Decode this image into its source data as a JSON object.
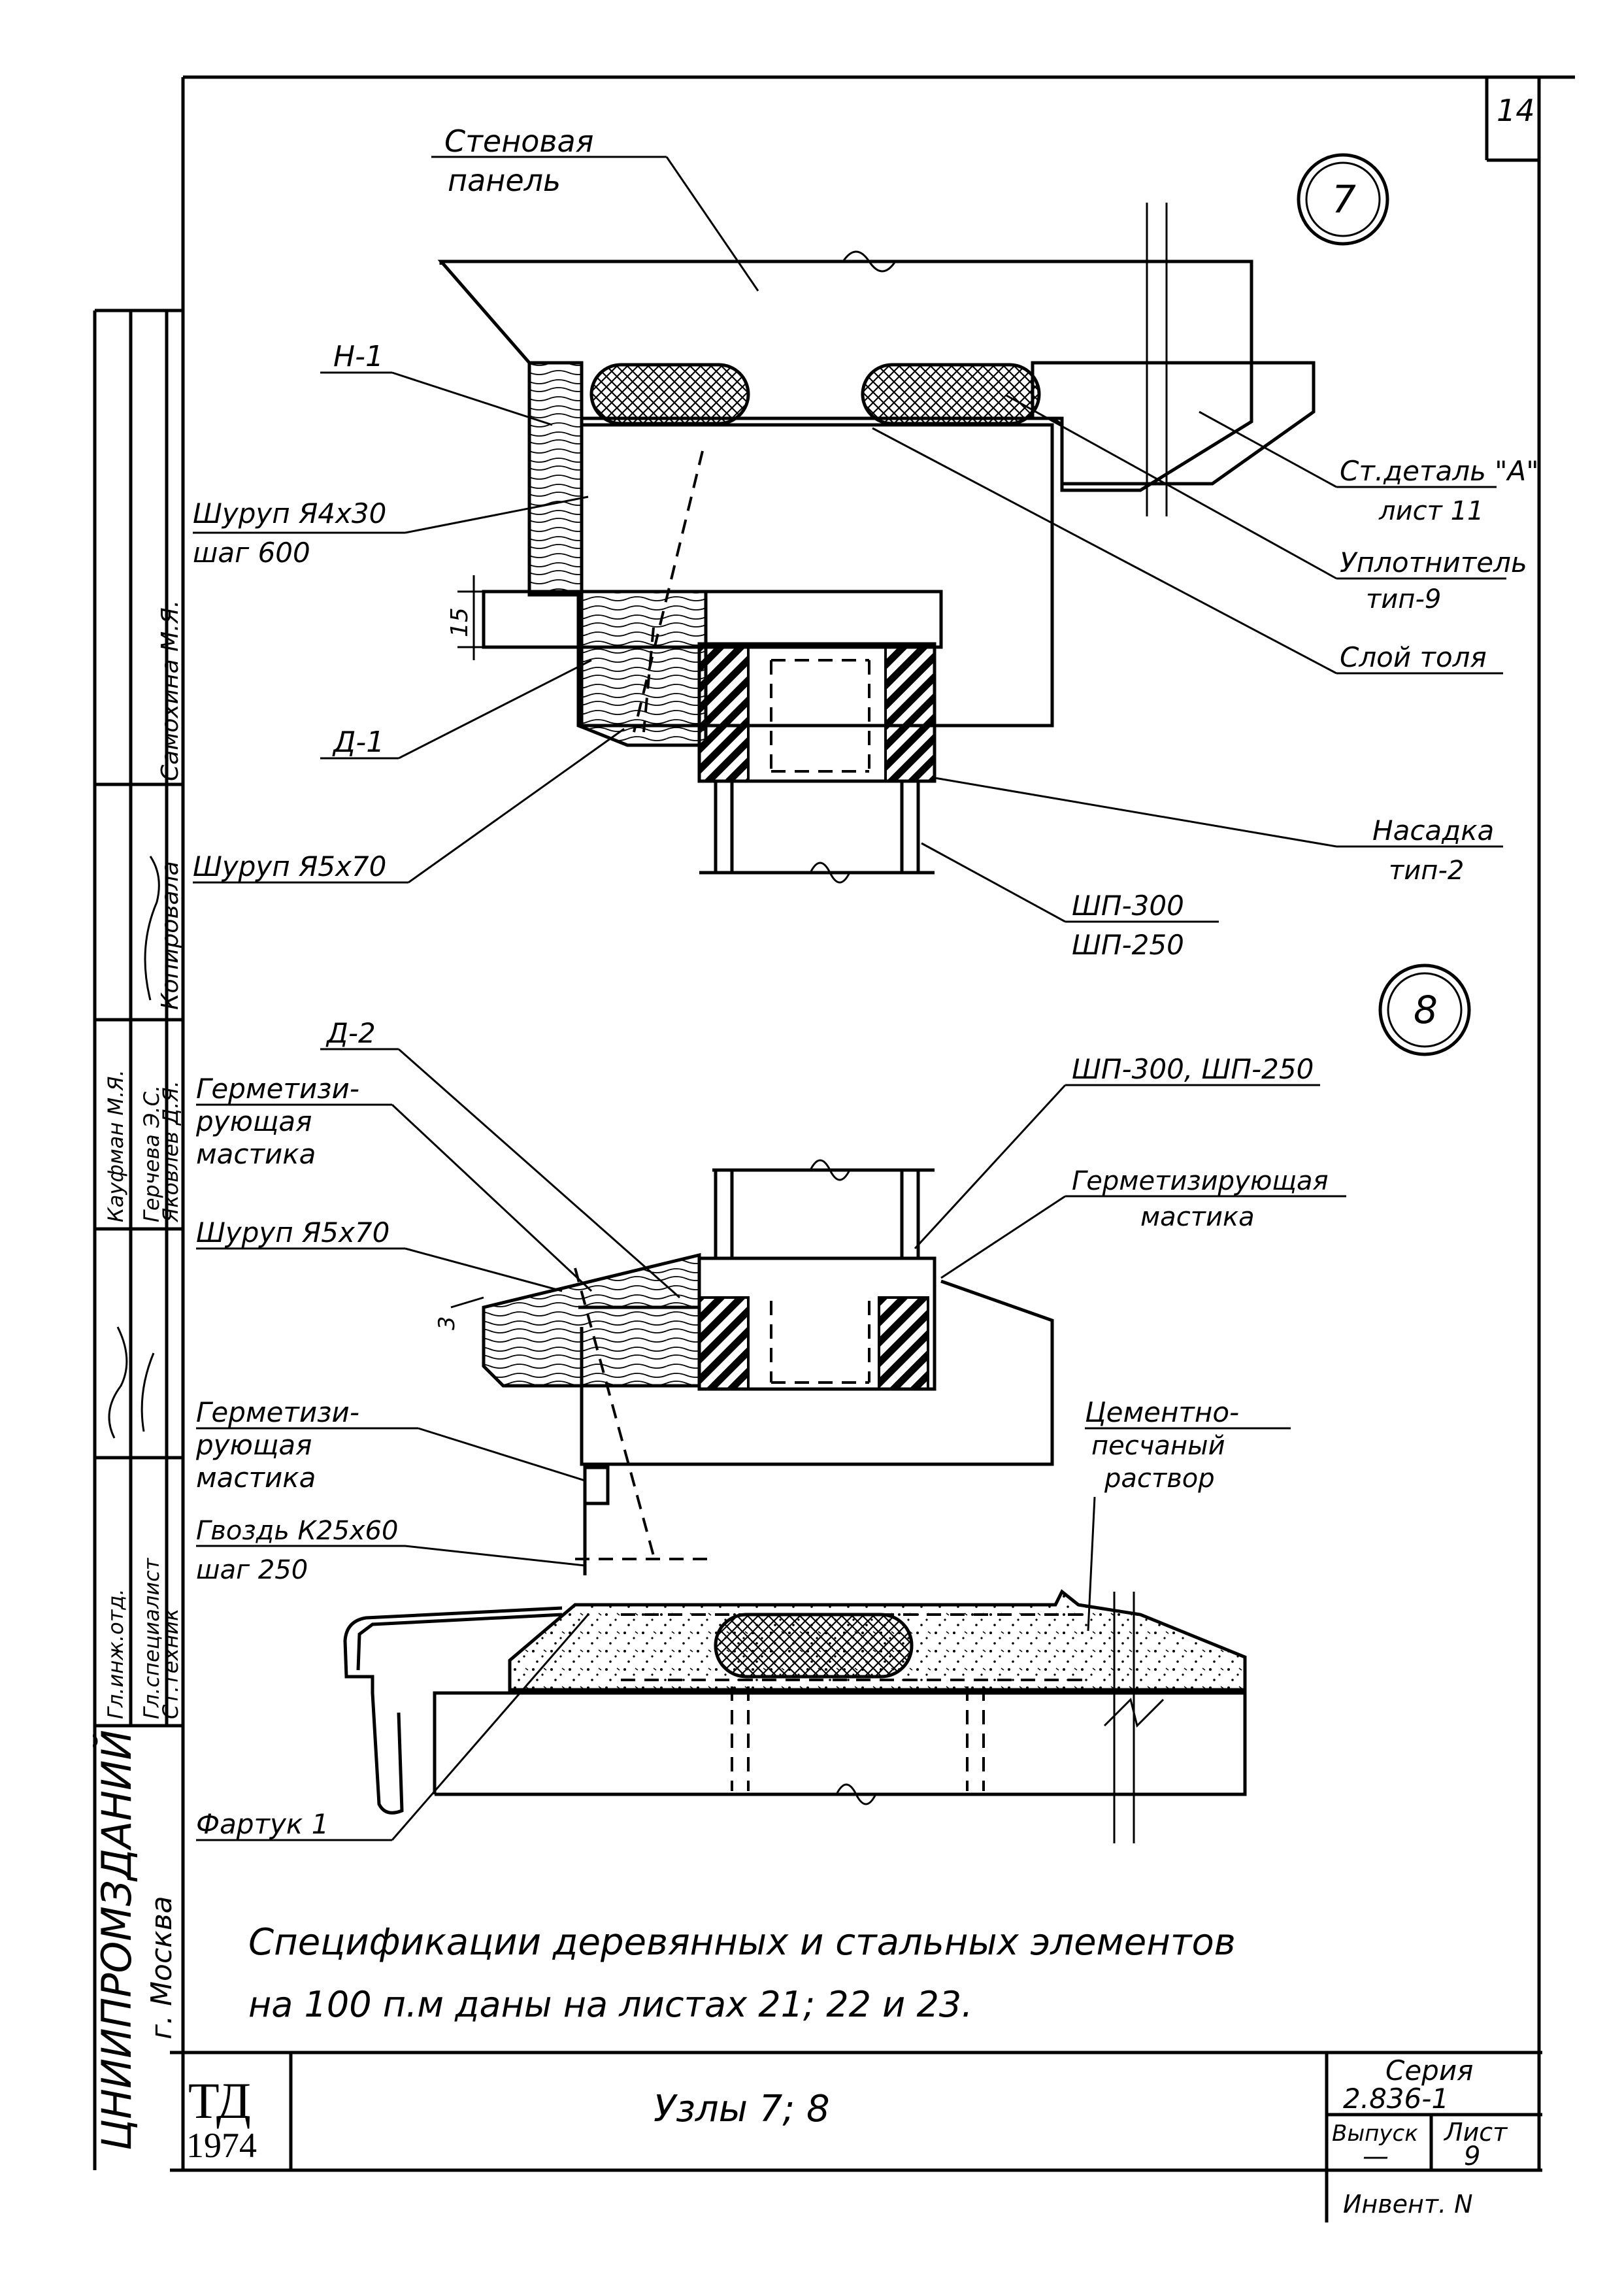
{
  "sheet": {
    "page_number": "14",
    "note_line1": "Спецификации деревянных и стальных элементов",
    "note_line2": "на 100 п.м даны на листах 21; 22 и 23.",
    "title_block": {
      "org_logo": "ТД",
      "year": "1974",
      "title": "Узлы 7; 8",
      "series_label": "Серия",
      "series_value": "2.836-1",
      "issue_label": "Выпуск",
      "issue_value": "—",
      "sheet_label": "Лист",
      "sheet_value": "9",
      "inventory_label": "Инвент. N"
    },
    "left_stamp": {
      "org_name": "ЦНИИПРОМЗДАНИЙ",
      "city": "г. Москва",
      "rows": [
        {
          "role": "Гл.инж.отд.",
          "name": "Кауфман М.Я."
        },
        {
          "role": "Гл.специалист",
          "name": "Герчева Э.С."
        },
        {
          "role": "Ст.техник",
          "name": "Яковлев Д.Я."
        },
        {
          "role": "Копировала",
          "name": "Самохина М.Я."
        }
      ]
    }
  },
  "node7": {
    "id": "7",
    "labels": {
      "wall_panel_1": "Стеновая",
      "wall_panel_2": "панель",
      "h1": "Н-1",
      "screw1_a": "Шуруп Я4х30",
      "screw1_b": "шаг 600",
      "dim15": "15",
      "d1": "Д-1",
      "screw2": "Шуруп Я5х70",
      "st_detail_a": "Ст.деталь \"А\"",
      "st_detail_b": "лист 11",
      "sealer_a": "Уплотнитель",
      "sealer_b": "тип-9",
      "tol_layer": "Слой толя",
      "nozzle_a": "Насадка",
      "nozzle_b": "тип-2",
      "shp_a": "ШП-300",
      "shp_b": "ШП-250"
    }
  },
  "node8": {
    "id": "8",
    "labels": {
      "d2": "Д-2",
      "mastic1_a": "Герметизи-",
      "mastic1_b": "рующая",
      "mastic1_c": "мастика",
      "screw": "Шуруп Я5х70",
      "dim3": "3",
      "mastic2_a": "Герметизи-",
      "mastic2_b": "рующая",
      "mastic2_c": "мастика",
      "nail_a": "Гвоздь К25х60",
      "nail_b": "шаг 250",
      "apron": "Фартук 1",
      "shp": "ШП-300, ШП-250",
      "mastic3_a": "Герметизирующая",
      "mastic3_b": "мастика",
      "mortar_a": "Цементно-",
      "mortar_b": "песчаный",
      "mortar_c": "раствор"
    }
  }
}
